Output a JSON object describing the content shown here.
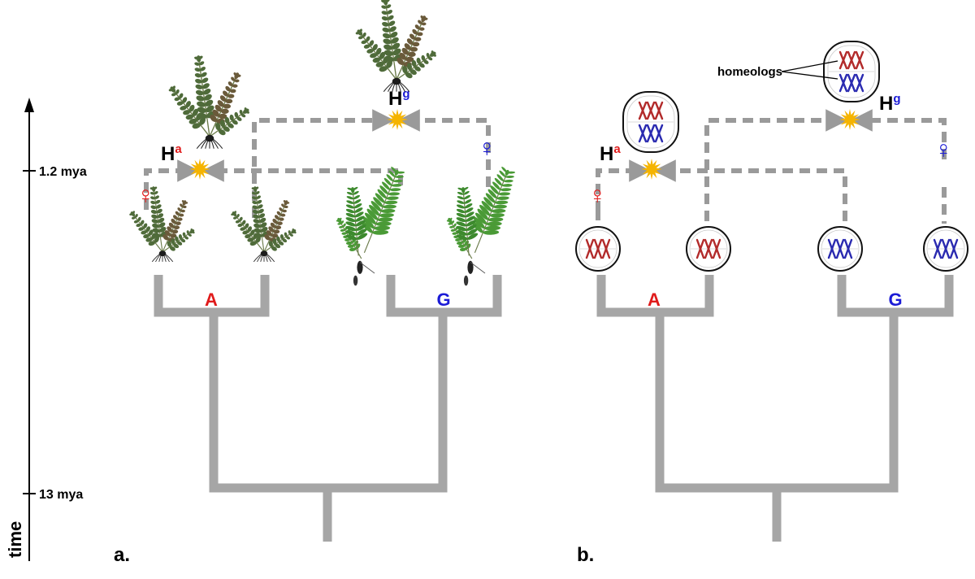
{
  "time_axis": {
    "label": "time",
    "ticks": [
      "1.2 mya",
      "13 mya"
    ]
  },
  "panels": [
    {
      "id": "a",
      "panel_label": "a.",
      "lineages": [
        "A",
        "G"
      ],
      "hybrids": [
        {
          "base": "H",
          "sup": "a",
          "sup_color": "#e01b1b"
        },
        {
          "base": "H",
          "sup": "g",
          "sup_color": "#1b1bd6"
        }
      ],
      "female_symbol": "♀"
    },
    {
      "id": "b",
      "panel_label": "b.",
      "lineages": [
        "A",
        "G"
      ],
      "hybrids": [
        {
          "base": "H",
          "sup": "a",
          "sup_color": "#e01b1b"
        },
        {
          "base": "H",
          "sup": "g",
          "sup_color": "#1b1bd6"
        }
      ],
      "female_symbol": "♀",
      "annotation": "homeologs"
    }
  ],
  "colors": {
    "tree": "#a6a6a6",
    "dash": "#9a9a9a",
    "red": "#e01b1b",
    "blue": "#1b1bd6",
    "chrom_red": "#b22a2a",
    "chrom_blue": "#2a2ab0",
    "star": "#f5b400",
    "fern_dark": "#4f6b3a",
    "fern_bright": "#4a9a36"
  },
  "icons": [
    "fern-plant-icon",
    "chromosome-cell-icon",
    "hybridization-star-icon",
    "female-symbol-icon"
  ]
}
